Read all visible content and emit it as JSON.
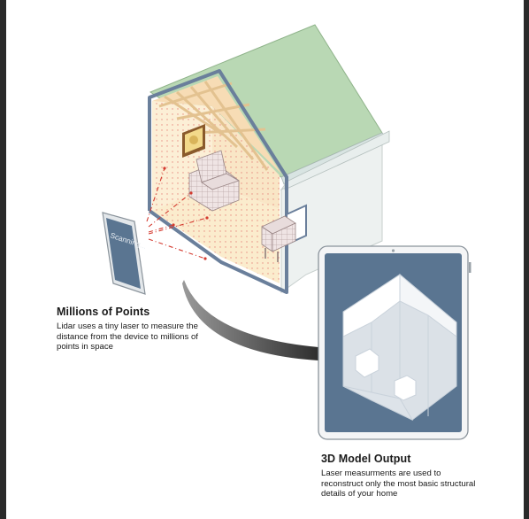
{
  "phone": {
    "screen_text": "Scanning..."
  },
  "captions": {
    "points": {
      "title": "Millions of Points",
      "body": "Lidar uses a tiny laser to measure the distance from the device to millions of points in space"
    },
    "model": {
      "title": "3D Model Output",
      "body": "Laser measurments are used to reconstruct only the most basic structural details of your home"
    }
  },
  "colors": {
    "roof": "#b9d8b4",
    "wall_outline": "#6a7f9b",
    "interior_floor": "#fbeccd",
    "laser": "#d43a2f",
    "tablet_screen": "#5a7591",
    "arc": "#3c3c3c"
  }
}
